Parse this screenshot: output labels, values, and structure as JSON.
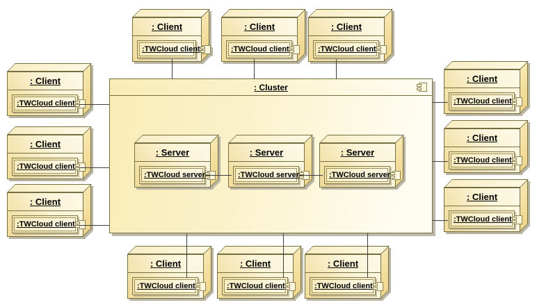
{
  "cluster": {
    "title": ": Cluster"
  },
  "servers": [
    {
      "title": ": Server",
      "component": ":TWCloud server"
    },
    {
      "title": ": Server",
      "component": ":TWCloud server"
    },
    {
      "title": ": Server",
      "component": ":TWCloud server"
    }
  ],
  "clients": {
    "top": [
      {
        "title": ": Client",
        "component": ":TWCloud client"
      },
      {
        "title": ": Client",
        "component": ":TWCloud client"
      },
      {
        "title": ": Client",
        "component": ":TWCloud client"
      }
    ],
    "left": [
      {
        "title": ": Client",
        "component": ":TWCloud client"
      },
      {
        "title": ": Client",
        "component": ":TWCloud client"
      },
      {
        "title": ": Client",
        "component": ":TWCloud client"
      }
    ],
    "right": [
      {
        "title": ": Client",
        "component": ":TWCloud client"
      },
      {
        "title": ": Client",
        "component": ":TWCloud client"
      },
      {
        "title": ": Client",
        "component": ":TWCloud client"
      }
    ],
    "bottom": [
      {
        "title": ": Client",
        "component": ":TWCloud client"
      },
      {
        "title": ": Client",
        "component": ":TWCloud client"
      },
      {
        "title": ": Client",
        "component": ":TWCloud client"
      }
    ]
  },
  "icons": {
    "node_badge": "uml-component-icon",
    "cluster_badge": "uml-component-icon"
  },
  "colors": {
    "node_fill_light": "#fdf8e1",
    "node_fill_gold": "#f1db99",
    "cluster_fill_left": "#f9ecb6",
    "cluster_fill_right": "#fffdf2",
    "border": "#756e41",
    "component_border": "#8d8455",
    "shadow": "#b9b4a2",
    "connector": "#3e3e3e",
    "text": "#000000",
    "background": "#ffffff"
  }
}
